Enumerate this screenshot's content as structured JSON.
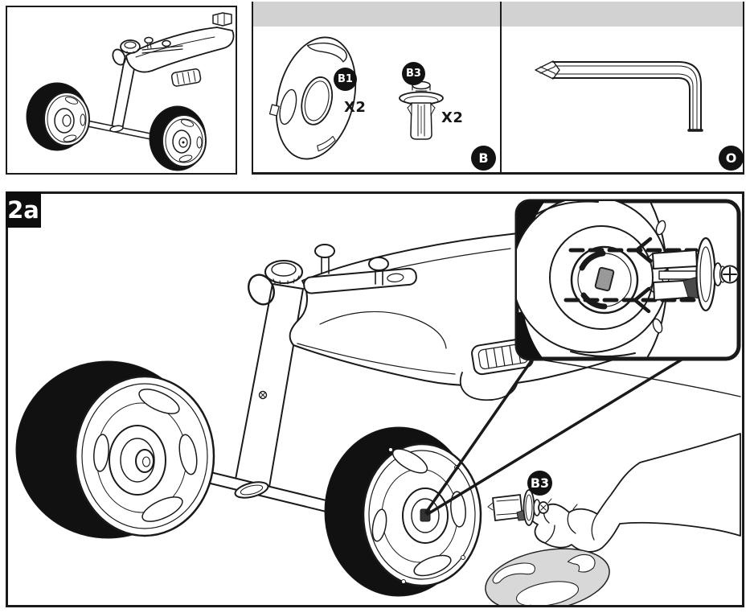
{
  "step_label": "2a",
  "parts_panel": {
    "letter": "B",
    "b1": {
      "id": "B1",
      "qty": "X2"
    },
    "b3": {
      "id": "B3",
      "qty": "X2"
    }
  },
  "tool_panel": {
    "letter": "O"
  },
  "main_panel": {
    "callout_id": "B3"
  },
  "colors": {
    "line": "#1a1a1a",
    "panel_header_gray": "#d2d2d2",
    "hubcap_gray": "#d8d8d8",
    "badge_bg": "#121212",
    "badge_text": "#ffffff"
  }
}
